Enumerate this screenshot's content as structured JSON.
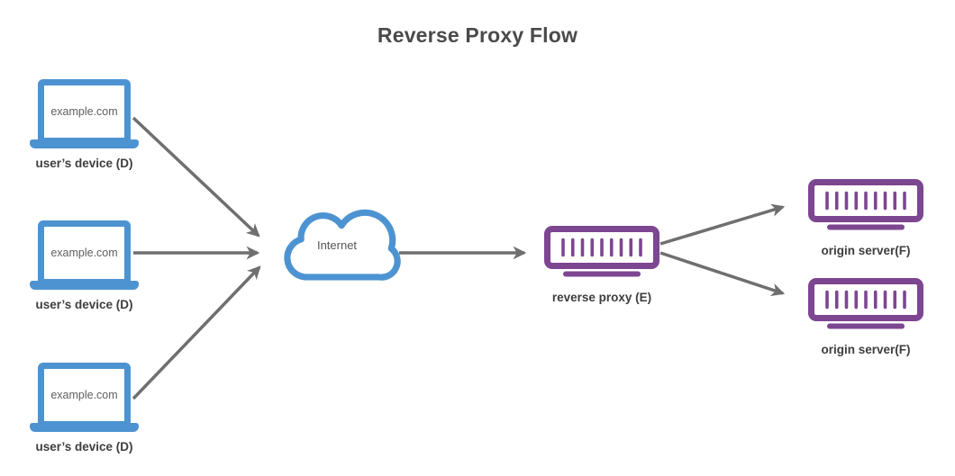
{
  "title": "Reverse Proxy Flow",
  "colors": {
    "device_blue": "#4d93d1",
    "server_purple": "#7d4691",
    "arrow_gray": "#6f6f6f",
    "title_gray": "#4a4a4a",
    "label_gray": "#3d3d3d",
    "screen_text_gray": "#606060"
  },
  "diagram": {
    "devices": [
      {
        "screen_text": "example.com",
        "label": "user’s device (D)"
      },
      {
        "screen_text": "example.com",
        "label": "user’s device (D)"
      },
      {
        "screen_text": "example.com",
        "label": "user’s device (D)"
      }
    ],
    "internet": {
      "label": "Internet"
    },
    "reverse_proxy": {
      "label": "reverse proxy (E)"
    },
    "origin_servers": [
      {
        "label": "origin server(F)"
      },
      {
        "label": "origin server(F)"
      }
    ],
    "edges": [
      {
        "from": "user-device-1",
        "to": "internet"
      },
      {
        "from": "user-device-2",
        "to": "internet"
      },
      {
        "from": "user-device-3",
        "to": "internet"
      },
      {
        "from": "internet",
        "to": "reverse-proxy"
      },
      {
        "from": "reverse-proxy",
        "to": "origin-server-1"
      },
      {
        "from": "reverse-proxy",
        "to": "origin-server-2"
      }
    ]
  }
}
